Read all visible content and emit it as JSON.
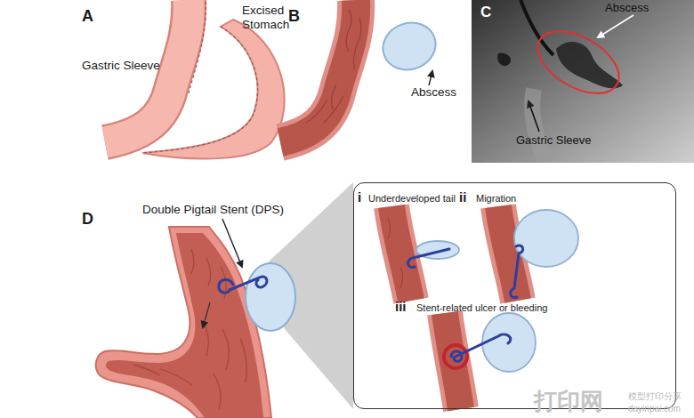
{
  "diagram": {
    "nodes": [
      {
        "text": [
          "C",
          "Abscess",
          "Gastric Sleeve"
        ]
      },
      {
        "text": [
          "i",
          "Underdeveloped tail",
          "ii",
          "Migration",
          "iii",
          "Stent-related ulcer or bleeding"
        ]
      }
    ],
    "labels": [
      "A",
      "Gastric Sleeve",
      "Excised Stomach",
      "B",
      "Abscess",
      "D",
      "Double Pigtail Stent (DPS)",
      "打印网",
      "模型打印分享",
      "dayinpai.com"
    ]
  }
}
